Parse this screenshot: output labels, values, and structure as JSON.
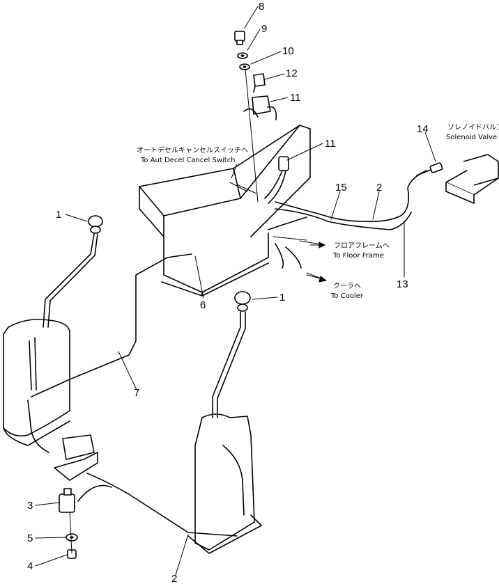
{
  "callouts": [
    "8",
    "9",
    "10",
    "12",
    "11",
    "11",
    "14",
    "15",
    "2",
    "1",
    "6",
    "13",
    "1",
    "7",
    "3",
    "5",
    "4",
    "2"
  ],
  "notes": {
    "aut_decel_jp": "オートデセルキャンセルスイッチへ",
    "aut_decel_en": "To Aut Decel Cancel Switch",
    "solenoid_jp": "ソレノイドバルブ",
    "solenoid_en": "Solenoid Valve",
    "floor_jp": "フロアフレームへ",
    "floor_en": "To Floor Frame",
    "cooler_jp": "クーラへ",
    "cooler_en": "To Cooler"
  }
}
